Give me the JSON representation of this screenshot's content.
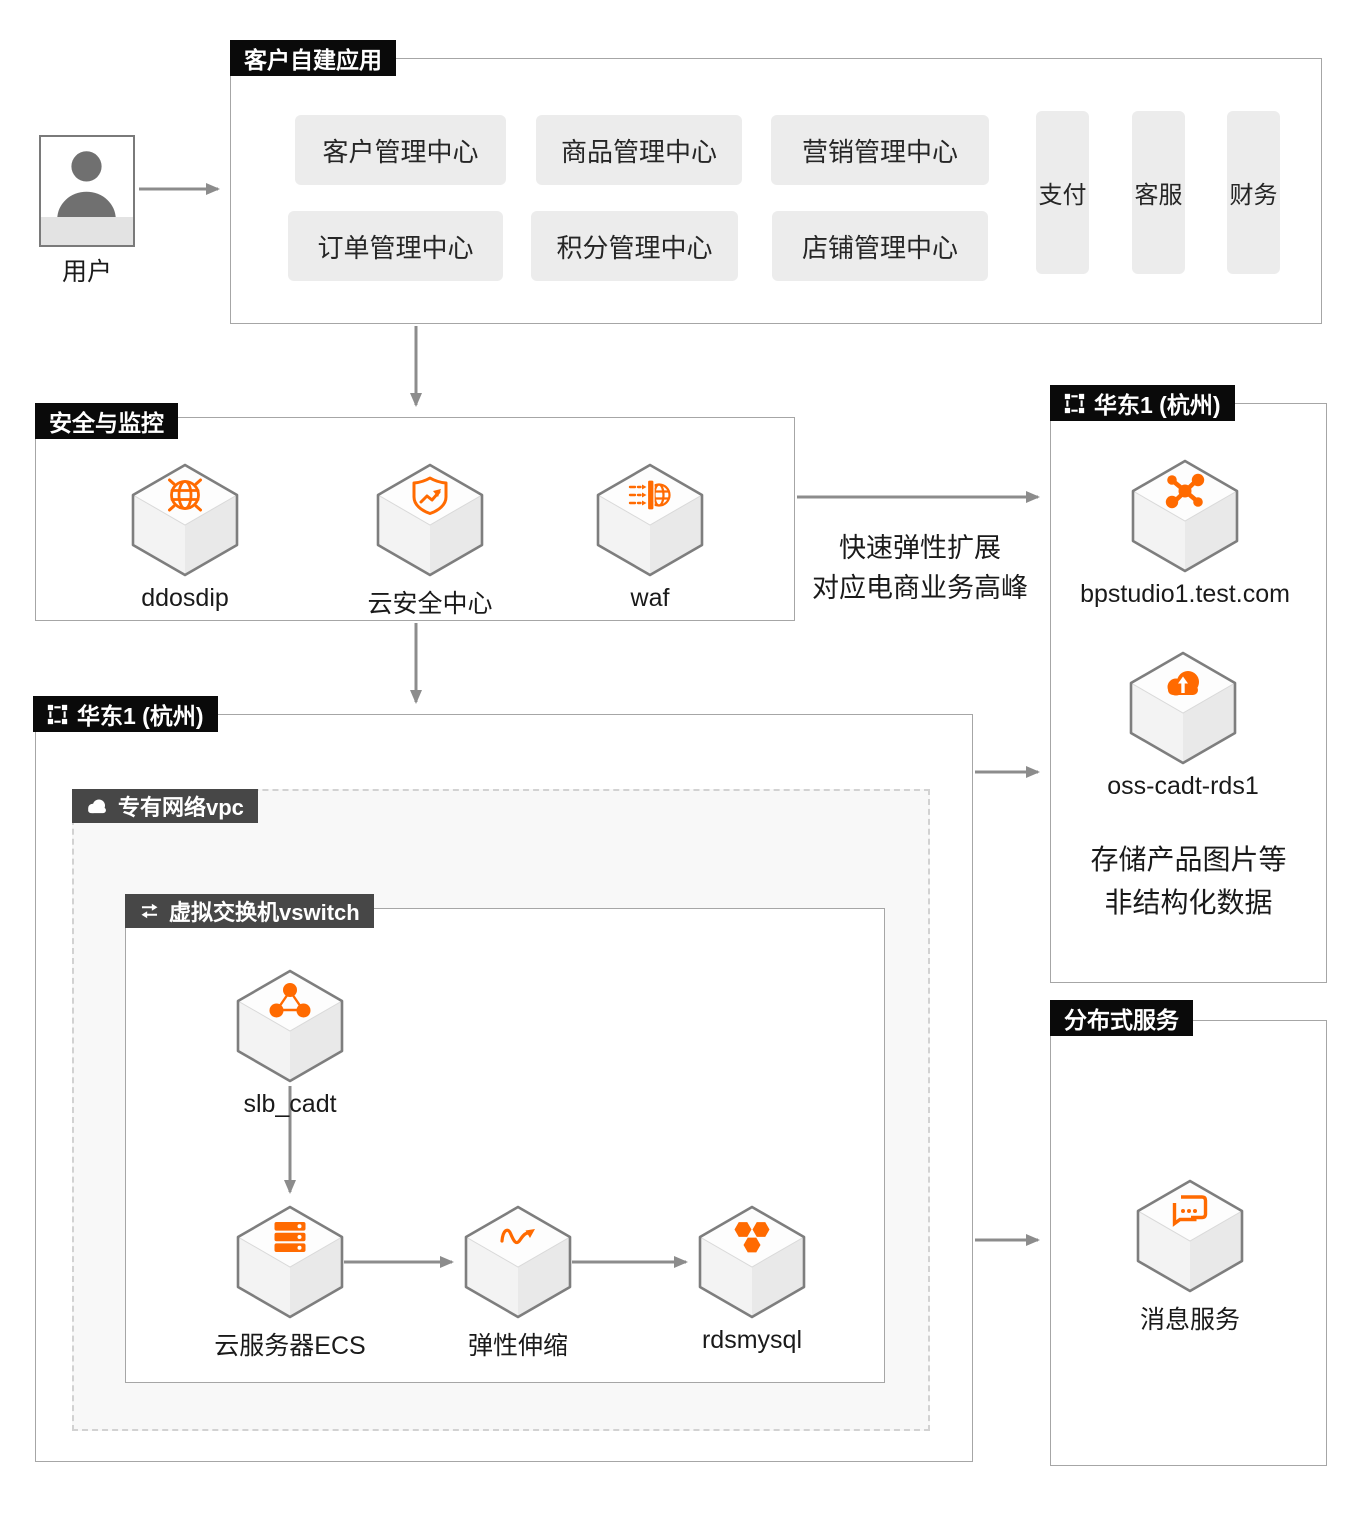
{
  "colors": {
    "accent_orange": "#FF6A00",
    "arrow_gray": "#8C8C8C",
    "label_black": "#0A0A0A",
    "label_dark_gray": "#474747"
  },
  "user": {
    "label": "用户",
    "icon": "person-avatar-icon"
  },
  "app_box": {
    "title": "客户自建应用",
    "modules": [
      "客户管理中心",
      "商品管理中心",
      "营销管理中心",
      "订单管理中心",
      "积分管理中心",
      "店铺管理中心"
    ],
    "side_modules": [
      "支付",
      "客服",
      "财务"
    ]
  },
  "security_box": {
    "title": "安全与监控",
    "nodes": [
      {
        "label": "ddosdip",
        "icon": "anti-ddos-icon"
      },
      {
        "label": "云安全中心",
        "icon": "cloud-security-center-icon"
      },
      {
        "label": "waf",
        "icon": "waf-firewall-icon"
      }
    ]
  },
  "scale_caption": {
    "line1": "快速弹性扩展",
    "line2": "对应电商业务高峰"
  },
  "region_right": {
    "title": "华东1 (杭州)",
    "icon": "region-icon",
    "nodes": [
      {
        "label": "bpstudio1.test.com",
        "icon": "dns-hub-icon"
      },
      {
        "label": "oss-cadt-rds1",
        "icon": "oss-cloud-upload-icon"
      }
    ],
    "caption_line1": "存储产品图片等",
    "caption_line2": "非结构化数据"
  },
  "region_left": {
    "title": "华东1 (杭州)",
    "icon": "region-icon",
    "vpc": {
      "title": "专有网络vpc",
      "icon": "cloud-icon"
    },
    "vswitch": {
      "title": "虚拟交换机vswitch",
      "icon": "switch-arrows-icon",
      "nodes": [
        {
          "label": "slb_cadt",
          "icon": "slb-load-balancer-icon"
        },
        {
          "label": "云服务器ECS",
          "icon": "ecs-server-icon"
        },
        {
          "label": "弹性伸缩",
          "icon": "auto-scaling-icon"
        },
        {
          "label": "rdsmysql",
          "icon": "rds-database-icon"
        }
      ]
    }
  },
  "dist_box": {
    "title": "分布式服务",
    "nodes": [
      {
        "label": "消息服务",
        "icon": "message-service-icon"
      }
    ]
  }
}
